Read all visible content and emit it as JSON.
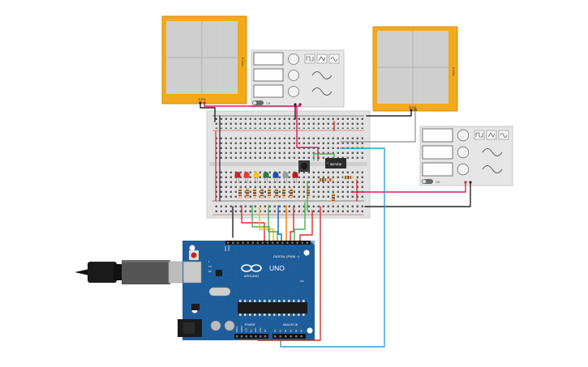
{
  "oscilloscope_1": {
    "time_label": "5 ms",
    "volts_label": "5 V/div"
  },
  "oscilloscope_2": {
    "time_label": "5 ms",
    "volts_label": "5 V/div"
  },
  "function_generator_1": {
    "power_label": "ON"
  },
  "function_generator_2": {
    "power_label": "ON"
  },
  "opamp": {
    "label": "opAmp"
  },
  "arduino": {
    "brand": "ARDUINO",
    "model": "UNO",
    "digital_label": "DIGITAL (PWM ~)",
    "power_label": "POWER",
    "analog_label": "ANALOG IN",
    "aref_label": "AREF",
    "gnd_label": "GND",
    "tx_label": "TX",
    "rx_label": "RX",
    "l_label": "L",
    "on_label": "ON",
    "power_pins": [
      "IOREF",
      "RESET",
      "3.3V",
      "5V",
      "GND",
      "GND",
      "Vin"
    ],
    "analog_pins": [
      "A0",
      "A1",
      "A2",
      "A3",
      "A4",
      "A5"
    ]
  },
  "leds": {
    "colors": [
      "#c62828",
      "#e53935",
      "#fbc02d",
      "#2e7d32",
      "#1e4fb0",
      "#9e9e9e",
      "#b71c1c"
    ]
  },
  "wire_colors": {
    "red": "#d32f2f",
    "black": "#222222",
    "green": "#4caf50",
    "yellow": "#f2c200",
    "orange": "#f57c00",
    "blue": "#1565c0",
    "teal": "#2b9fd6",
    "pink": "#d81b60",
    "gray": "#9e9e9e"
  }
}
